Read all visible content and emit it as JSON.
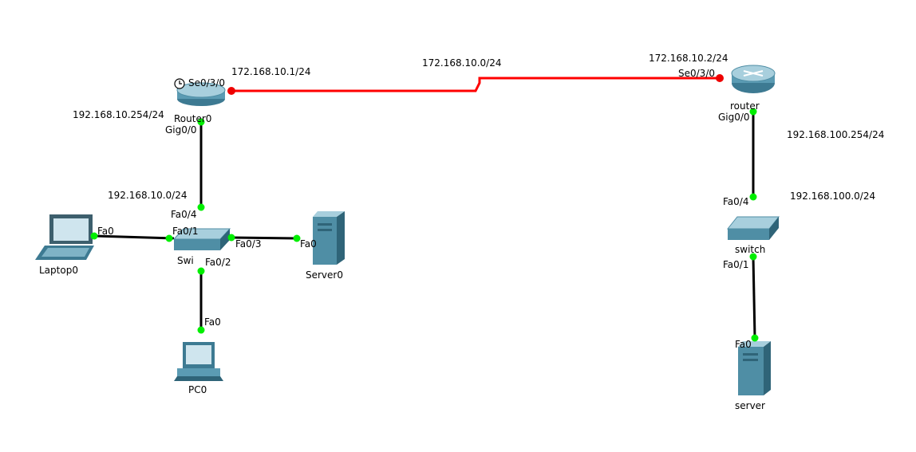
{
  "devices": {
    "router0": {
      "name": "Router0"
    },
    "router1": {
      "name": "router"
    },
    "switch0": {
      "name": "Swi"
    },
    "switch1": {
      "name": "switch"
    },
    "laptop0": {
      "name": "Laptop0"
    },
    "pc0": {
      "name": "PC0"
    },
    "server0": {
      "name": "Server0"
    },
    "server1": {
      "name": "server"
    }
  },
  "ports": {
    "r0_se": "Se0/3/0",
    "r0_gig": "Gig0/0",
    "r1_se": "Se0/3/0",
    "r1_gig": "Gig0/0",
    "sw0_fa04": "Fa0/4",
    "sw0_fa01": "Fa0/1",
    "sw0_fa02": "Fa0/2",
    "sw0_fa03": "Fa0/3",
    "laptop_fa0": "Fa0",
    "pc_fa0": "Fa0",
    "server0_fa0": "Fa0",
    "sw1_fa04": "Fa0/4",
    "sw1_fa01": "Fa0/1",
    "server1_fa0": "Fa0"
  },
  "addresses": {
    "r0_serial_ip": "172.168.10.1/24",
    "serial_net": "172.168.10.0/24",
    "r1_serial_ip": "172.168.10.2/24",
    "r0_lan_ip": "192.168.10.254/24",
    "lan0_net": "192.168.10.0/24",
    "r1_lan_ip": "192.168.100.254/24",
    "lan1_net": "192.168.100.0/24"
  },
  "colors": {
    "serial_link": "#ff0000",
    "ethernet_link": "#000000",
    "port_up": "#00ee00",
    "port_serial": "#ee0000",
    "device_teal": "#4f8ea5",
    "device_dark": "#2f6478"
  }
}
